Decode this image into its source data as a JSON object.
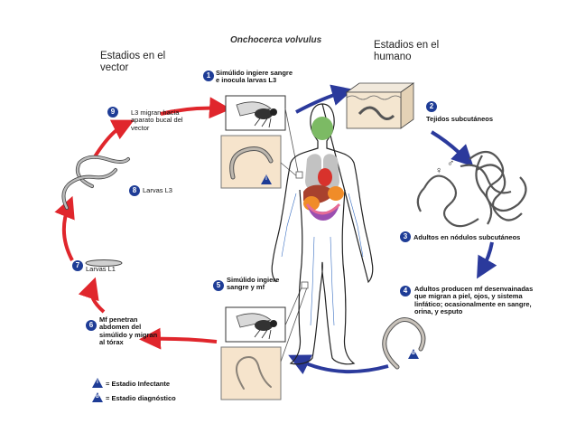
{
  "diagram": {
    "title": "Onchocerca volvulus",
    "vector_heading": "Estadios en el vector",
    "human_heading": "Estadios en el humano",
    "steps": [
      {
        "num": "1",
        "text": "Simúlido ingiere sangre e inocula larvas L3"
      },
      {
        "num": "2",
        "text": "Tejidos subcutáneos"
      },
      {
        "num": "3",
        "text": "Adultos en nódulos subcutáneos"
      },
      {
        "num": "4",
        "text": "Adultos producen mf desenvainadas que migran a piel, ojos, y sistema linfático; ocasionalmente en sangre, orina, y esputo"
      },
      {
        "num": "5",
        "text": "Simúlido ingiere sangre y mf"
      },
      {
        "num": "6",
        "text": "Mf penetran abdomen del simúlido y migran al tórax"
      },
      {
        "num": "7",
        "text": "Larvas L1"
      },
      {
        "num": "8",
        "text": "Larvas L3"
      },
      {
        "num": "9",
        "text": "L3 migran hacia aparato bucal del vector"
      }
    ],
    "legend": {
      "infective_symbol": "i",
      "infective_label": "= Estadio Infectante",
      "diagnostic_symbol": "d",
      "diagnostic_label": "= Estadio diagnóstico"
    },
    "sex_symbols": {
      "female": "♀",
      "male": "♂"
    },
    "colors": {
      "vector_arrow": "#e0262c",
      "human_arrow": "#2b3a9c",
      "step_badge": "#1e3c96",
      "inset_bg": "#f6e4cc",
      "body_outline": "#222222"
    }
  }
}
